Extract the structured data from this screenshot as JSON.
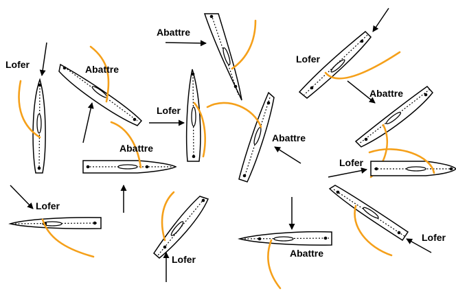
{
  "colors": {
    "sail": "#F5A01A",
    "hull": "#000000",
    "background": "#ffffff"
  },
  "labels": {
    "b1": "Abattre",
    "b2": "Lofer",
    "b3": "Abattre",
    "b4": "Lofer",
    "b5": "Abattre",
    "b6": "Abattre",
    "b7": "Lofer",
    "b8": "Abattre",
    "b9": "Lofer",
    "b10": "Abattre",
    "b11": "Lofer",
    "b12": "Lofer"
  }
}
